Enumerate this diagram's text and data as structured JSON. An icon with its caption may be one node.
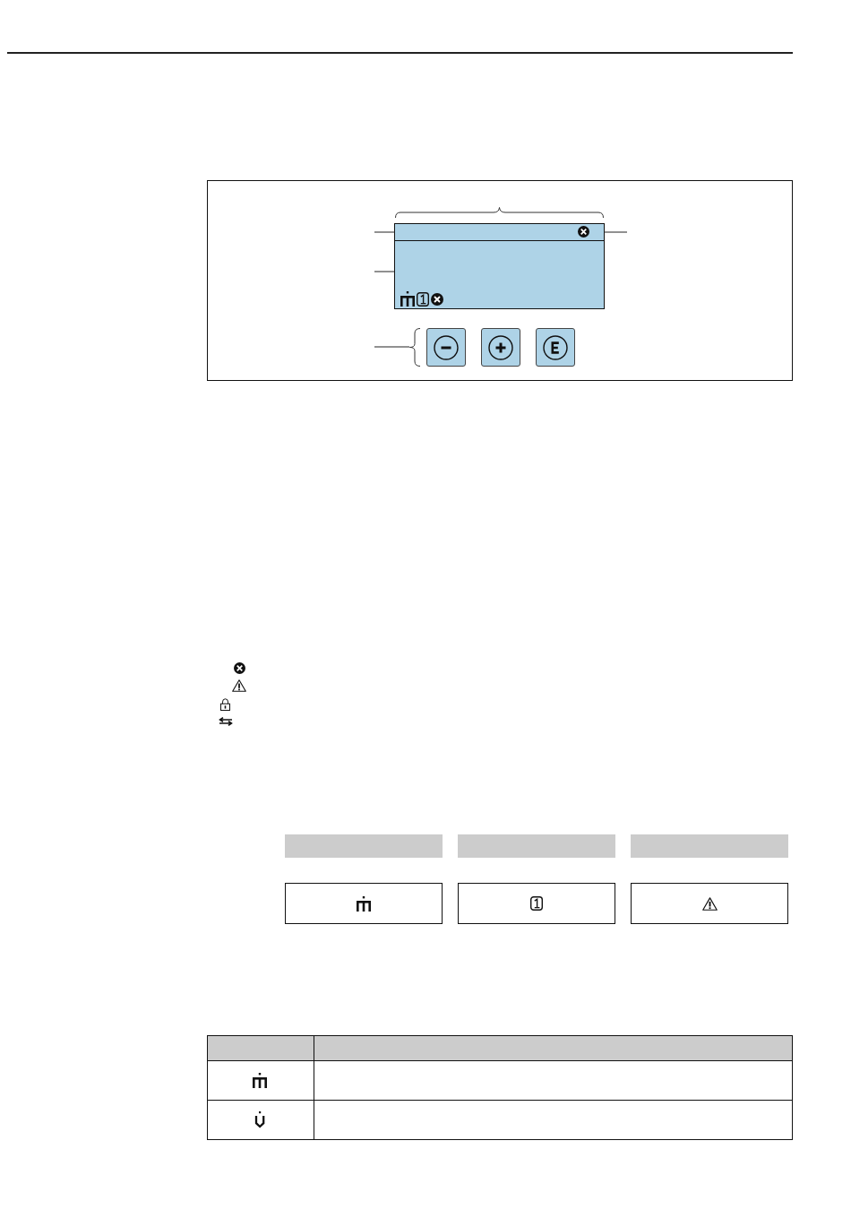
{
  "diagram": {
    "nodes": [
      {
        "text": [],
        "shape": "box"
      },
      {
        "text": [],
        "shape": "box",
        "in": 0
      },
      {
        "text": [],
        "shape": "bar",
        "in": 1
      },
      {
        "text": [],
        "shape": "bracket",
        "in": 0
      },
      {
        "text": [],
        "shape": "box",
        "in": 0
      },
      {
        "text": [],
        "shape": "box",
        "in": 0
      },
      {
        "text": [],
        "shape": "box",
        "in": 0
      },
      {
        "text": [],
        "shape": "bar"
      },
      {
        "text": [],
        "shape": "bar"
      },
      {
        "text": [],
        "shape": "bar"
      },
      {
        "text": [],
        "shape": "box"
      },
      {
        "text": [],
        "shape": "box"
      },
      {
        "text": [],
        "shape": "box"
      }
    ],
    "edges": [
      {
        "from": null,
        "to": 2,
        "arrow": "none"
      },
      {
        "from": null,
        "to": 2,
        "arrow": "none"
      },
      {
        "from": null,
        "to": 1,
        "arrow": "none"
      },
      {
        "from": null,
        "to": 3,
        "arrow": "none"
      }
    ]
  }
}
